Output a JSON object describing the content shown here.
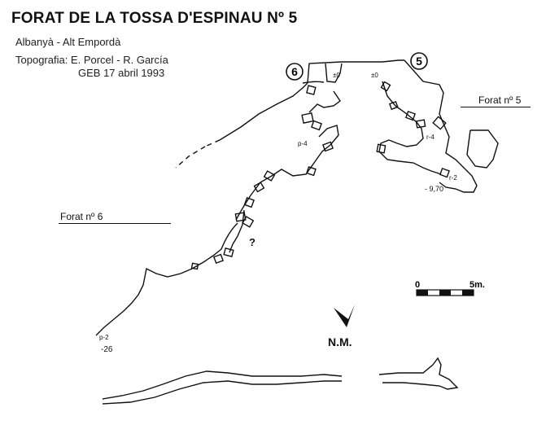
{
  "title": "FORAT DE LA TOSSA D'ESPINAU Nº 5",
  "location": "Albanyà - Alt Empordà",
  "survey": "Topografia: E. Porcel - R. García",
  "club_date": "GEB  17 abril 1993",
  "entrances": {
    "forat5_label": "Forat nº 5",
    "forat6_label": "Forat nº 6",
    "marker5": "5",
    "marker6": "6"
  },
  "annotations": {
    "zero_a": "±0",
    "zero_b": "±0",
    "p4": "p-4",
    "r4": "r-4",
    "r2": "r-2",
    "depth_970": "- 9,70",
    "question": "?",
    "p2": "p-2",
    "depth_26": "-26"
  },
  "scale_bar": {
    "start_label": "0",
    "end_label": "5m."
  },
  "north": {
    "label": "N.M."
  }
}
